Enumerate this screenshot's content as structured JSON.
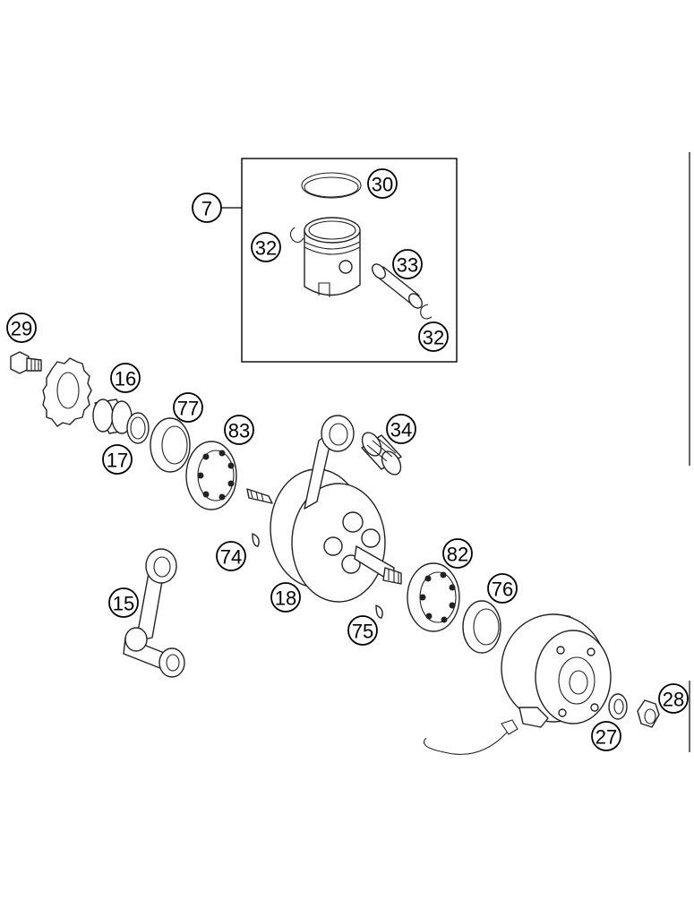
{
  "diagram": {
    "callouts": [
      {
        "id": "c7",
        "label": "7"
      },
      {
        "id": "c30",
        "label": "30"
      },
      {
        "id": "c32a",
        "label": "32"
      },
      {
        "id": "c33",
        "label": "33"
      },
      {
        "id": "c32b",
        "label": "32"
      },
      {
        "id": "c29",
        "label": "29"
      },
      {
        "id": "c16",
        "label": "16"
      },
      {
        "id": "c77",
        "label": "77"
      },
      {
        "id": "c83",
        "label": "83"
      },
      {
        "id": "c34",
        "label": "34"
      },
      {
        "id": "c17",
        "label": "17"
      },
      {
        "id": "c74",
        "label": "74"
      },
      {
        "id": "c82",
        "label": "82"
      },
      {
        "id": "c15",
        "label": "15"
      },
      {
        "id": "c18",
        "label": "18"
      },
      {
        "id": "c76",
        "label": "76"
      },
      {
        "id": "c75",
        "label": "75"
      },
      {
        "id": "c28",
        "label": "28"
      },
      {
        "id": "c27",
        "label": "27"
      }
    ]
  }
}
